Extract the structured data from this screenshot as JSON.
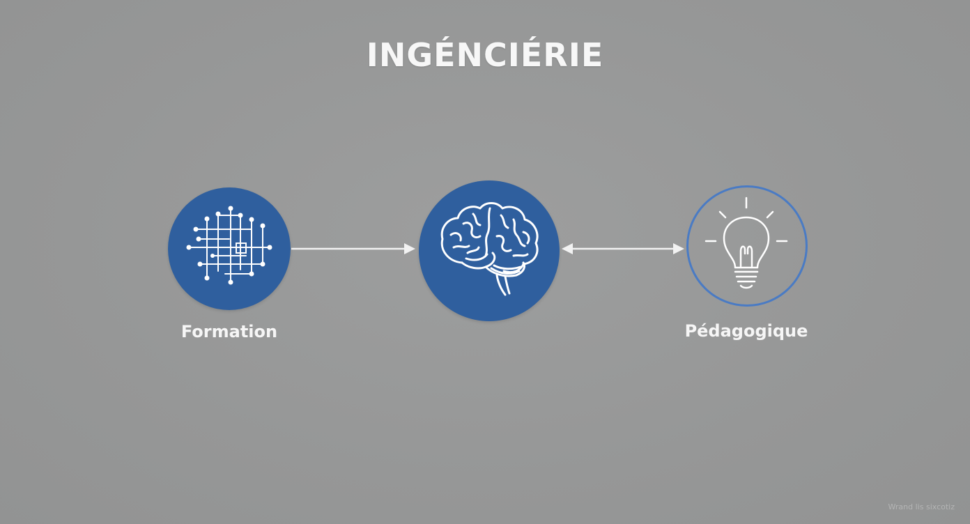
{
  "title": "INGÉNCIÉRIE",
  "nodes": [
    {
      "label": "Formation",
      "icon": "circuit-icon",
      "style": "filled"
    },
    {
      "label": "",
      "icon": "brain-icon",
      "style": "filled"
    },
    {
      "label": "Pédagogique",
      "icon": "lightbulb-icon",
      "style": "ring"
    }
  ],
  "connectors": [
    {
      "from": "Formation",
      "to": "brain",
      "direction": "forward"
    },
    {
      "from": "brain",
      "to": "Pédagogique",
      "direction": "both"
    }
  ],
  "watermark": "Wrand lis sixcotiz",
  "colors": {
    "background": "#989999",
    "node_fill": "#2f5f9e",
    "ring_stroke": "#4a7bc4",
    "text": "#f7f7f7",
    "line": "#f2f2f2"
  }
}
